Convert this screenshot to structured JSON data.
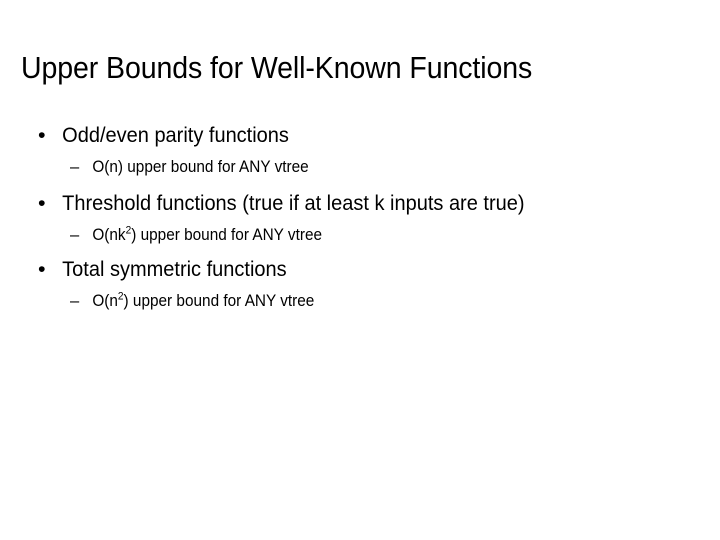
{
  "slide": {
    "title": "Upper Bounds for Well-Known Functions",
    "background_color": "#ffffff",
    "text_color": "#000000",
    "bullet_marker_level1": "•",
    "bullet_marker_level2": "–",
    "groups": [
      {
        "heading": "Odd/even parity functions",
        "sub": {
          "prefix": "O(n) upper bound for ANY vtree",
          "base": "O(n",
          "exponent": "",
          "suffix": ") upper bound for ANY vtree",
          "full": "O(n) upper bound for ANY vtree"
        }
      },
      {
        "heading": "Threshold functions (true if at least k inputs are true)",
        "sub": {
          "base": "O(nk",
          "exponent": "2",
          "suffix": ") upper bound for ANY vtree",
          "full": "O(nk2) upper bound for ANY vtree"
        }
      },
      {
        "heading": "Total symmetric functions",
        "sub": {
          "base": "O(n",
          "exponent": "2",
          "suffix": ") upper bound for ANY vtree",
          "full": "O(n2) upper bound for ANY vtree"
        }
      }
    ]
  }
}
